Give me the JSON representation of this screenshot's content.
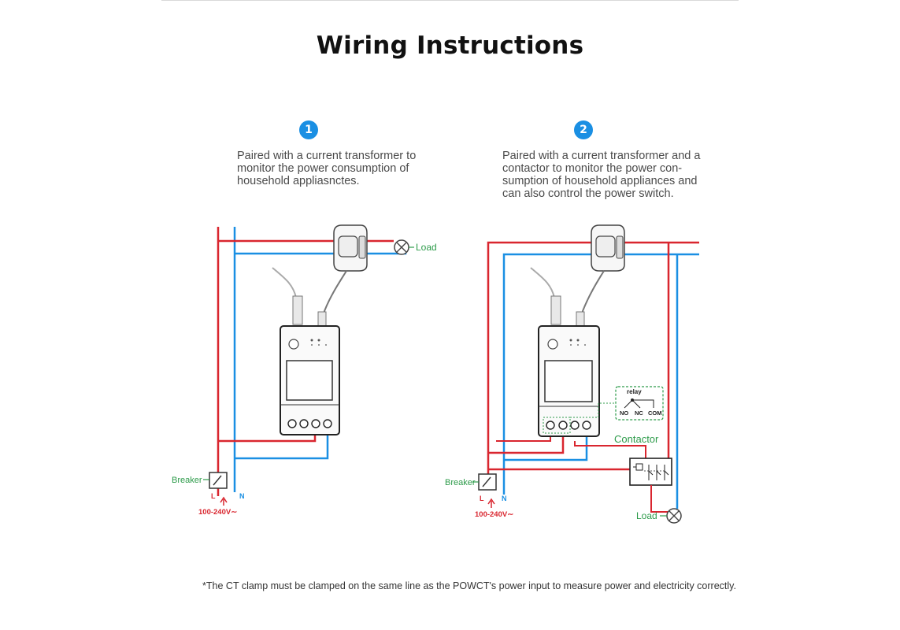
{
  "page": {
    "title": "Wiring Instructions",
    "footnote": "*The CT clamp must be clamped on the same line as the POWCT's power input to measure power and electricity correctly."
  },
  "steps": [
    {
      "number": "1",
      "description": "Paired with a current transformer to\nmonitor the power consumption of\nhousehold appliasnctes."
    },
    {
      "number": "2",
      "description": "Paired with a current transformer and a\ncontactor to monitor the power con-\nsumption of household appliances and\ncan also control the power switch."
    }
  ],
  "diagram1": {
    "load_label": "Load",
    "breaker_label": "Breaker",
    "live_label": "L",
    "neutral_label": "N",
    "voltage_label": "100-240V∼"
  },
  "diagram2": {
    "load_label": "Load",
    "breaker_label": "Breaker",
    "live_label": "L",
    "neutral_label": "N",
    "voltage_label": "100-240V∼",
    "contactor_label": "Contactor",
    "relay_label": "relay",
    "relay_no": "NO",
    "relay_nc": "NC",
    "relay_com": "COM"
  },
  "colors": {
    "live": "#d9262f",
    "neutral": "#1a8fe3",
    "accent_green": "#2d9b4a",
    "badge": "#1a8fe3"
  },
  "icons": [
    "current-transformer-icon",
    "power-meter-icon",
    "lamp-load-icon",
    "breaker-icon",
    "contactor-icon",
    "relay-icon"
  ]
}
